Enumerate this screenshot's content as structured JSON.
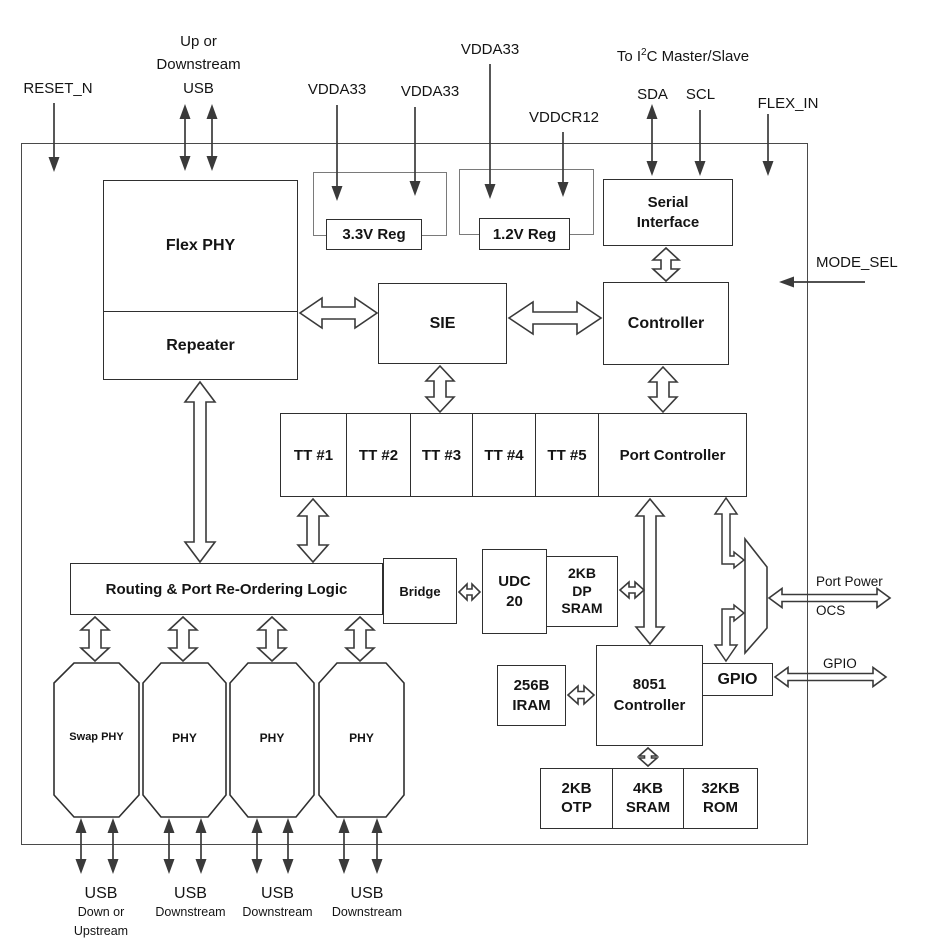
{
  "background": "#ffffff",
  "line_color": "#3a3a3a",
  "labels": {
    "reset_n": "RESET_N",
    "usb_top": "Up or\nDownstream\nUSB",
    "vdda33_a": "VDDA33",
    "vdda33_b": "VDDA33",
    "vdda33_c": "VDDA33",
    "vddcr12": "VDDCR12",
    "i2c_pre": "To I",
    "i2c_sup": "2",
    "i2c_post": "C Master/Slave",
    "sda": "SDA",
    "scl": "SCL",
    "flex_in": "FLEX_IN",
    "mode_sel": "MODE_SEL",
    "port_power": "Port Power",
    "ocs": "OCS",
    "gpio_ext": "GPIO"
  },
  "blocks": {
    "flex_phy": "Flex PHY",
    "repeater": "Repeater",
    "reg_33": "3.3V Reg",
    "reg_12": "1.2V Reg",
    "serial_interface": "Serial\nInterface",
    "sie": "SIE",
    "controller": "Controller",
    "tt": [
      "TT #1",
      "TT #2",
      "TT #3",
      "TT #4",
      "TT #5"
    ],
    "port_controller": "Port Controller",
    "routing": "Routing & Port Re-Ordering Logic",
    "bridge": "Bridge",
    "udc": "UDC\n20",
    "dp_sram": "2KB\nDP\nSRAM",
    "iram": "256B\nIRAM",
    "mcu": "8051\nController",
    "gpio": "GPIO",
    "otp": "2KB\nOTP",
    "sram": "4KB\nSRAM",
    "rom": "32KB\nROM",
    "phys": [
      "Swap PHY",
      "PHY",
      "PHY",
      "PHY"
    ]
  },
  "bottom_ports": [
    {
      "title": "USB",
      "sub": "Down or\nUpstream"
    },
    {
      "title": "USB",
      "sub": "Downstream"
    },
    {
      "title": "USB",
      "sub": "Downstream"
    },
    {
      "title": "USB",
      "sub": "Downstream"
    }
  ]
}
